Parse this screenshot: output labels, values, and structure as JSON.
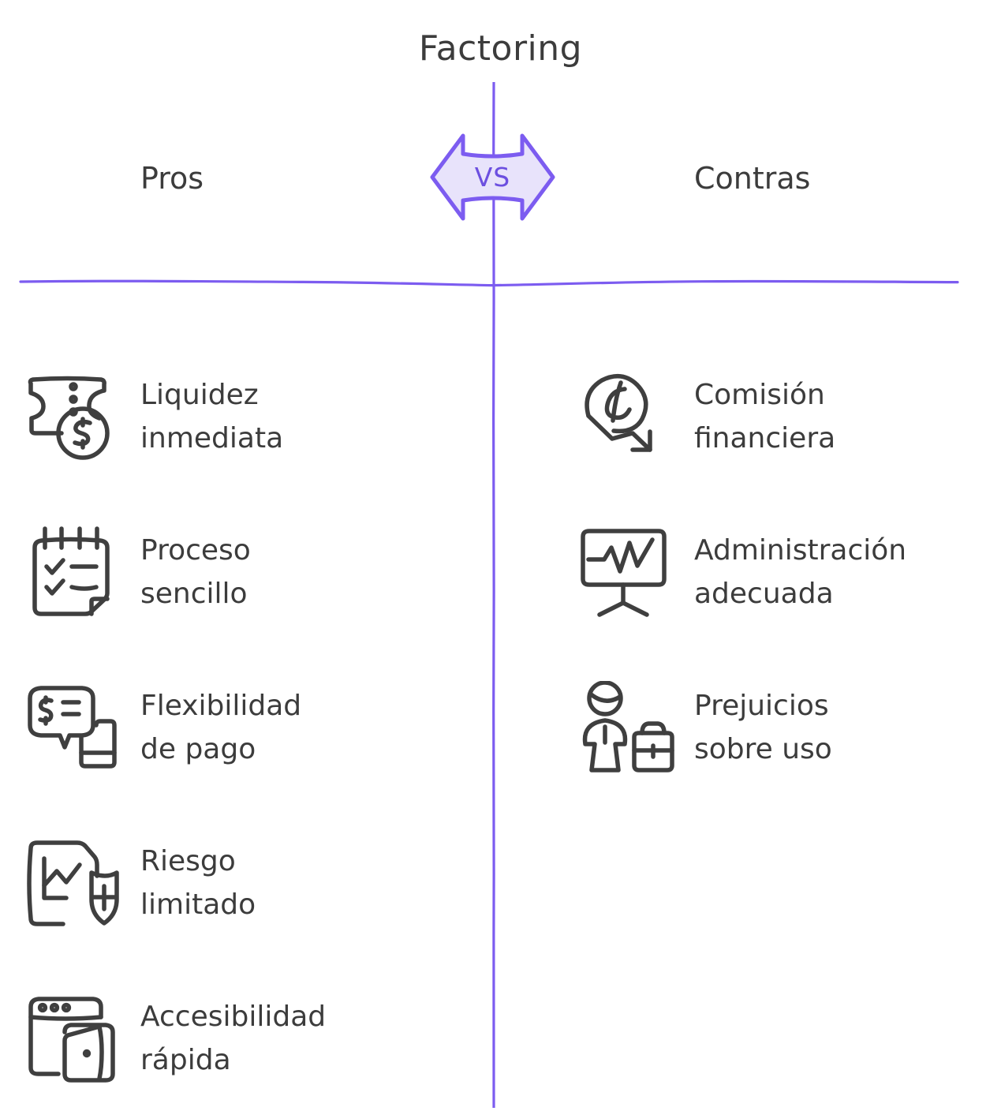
{
  "diagram": {
    "title": "Factoring",
    "center_badge": {
      "label": "VS",
      "icon": "double-arrow-badge-icon",
      "fill": "#e8e3fb",
      "stroke": "#7c5cf0"
    },
    "divider_color": "#7c5cf0",
    "text_color": "#3c3c3c",
    "icon_color": "#3f3f3f",
    "columns": [
      {
        "key": "pros",
        "heading": "Pros",
        "items": [
          {
            "icon": "banknote-dollar-coin-icon",
            "label": "Liquidez\ninmediata"
          },
          {
            "icon": "notepad-checklist-icon",
            "label": "Proceso\nsencillo"
          },
          {
            "icon": "dollar-chat-phone-icon",
            "label": "Flexibilidad\nde pago"
          },
          {
            "icon": "document-chart-shield-icon",
            "label": "Riesgo\nlimitado"
          },
          {
            "icon": "browser-wallet-icon",
            "label": "Accesibilidad\nrápida"
          }
        ]
      },
      {
        "key": "contras",
        "heading": "Contras",
        "items": [
          {
            "icon": "coin-arrow-down-icon",
            "label": "Comisión\nfinanciera"
          },
          {
            "icon": "presentation-chart-icon",
            "label": "Administración\nadecuada"
          },
          {
            "icon": "businessman-briefcase-icon",
            "label": "Prejuicios\nsobre uso"
          }
        ]
      }
    ]
  }
}
